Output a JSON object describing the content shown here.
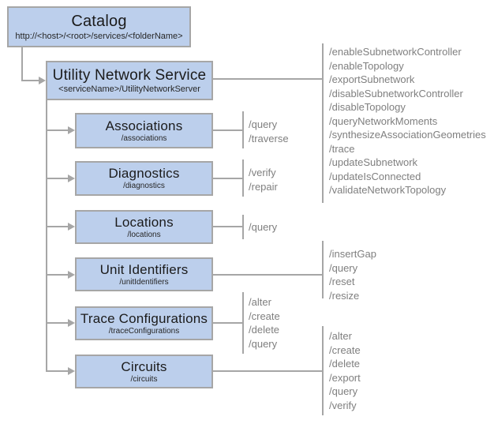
{
  "diagram": {
    "title_hint": "Utility Network Service REST hierarchy",
    "colors": {
      "box_fill": "#bccfec",
      "box_border": "#a6a6a6",
      "connector": "#a6a6a6",
      "operations_text": "#7f7f7f",
      "box_text": "#1b1b1b",
      "background": "#ffffff"
    },
    "nodes": {
      "catalog": {
        "title": "Catalog",
        "subtitle": "http://<host>/<root>/services/<folderName>"
      },
      "utility_network_service": {
        "title": "Utility Network Service",
        "subtitle": "<serviceName>/UtilityNetworkServer",
        "operations": [
          "/enableSubnetworkController",
          "/enableTopology",
          "/exportSubnetwork",
          "/disableSubnetworkController",
          "/disableTopology",
          "/queryNetworkMoments",
          "/synthesizeAssociationGeometries",
          "/trace",
          "/updateSubnetwork",
          "/updateIsConnected",
          "/validateNetworkTopology"
        ]
      },
      "associations": {
        "title": "Associations",
        "subtitle": "/associations",
        "operations": [
          "/query",
          "/traverse"
        ]
      },
      "diagnostics": {
        "title": "Diagnostics",
        "subtitle": "/diagnostics",
        "operations": [
          "/verify",
          "/repair"
        ]
      },
      "locations": {
        "title": "Locations",
        "subtitle": "/locations",
        "operations": [
          "/query"
        ]
      },
      "unit_identifiers": {
        "title": "Unit Identifiers",
        "subtitle": "/unitIdentifiers",
        "operations": [
          "/insertGap",
          "/query",
          "/reset",
          "/resize"
        ]
      },
      "trace_configurations": {
        "title": "Trace Configurations",
        "subtitle": "/traceConfigurations",
        "operations": [
          "/alter",
          "/create",
          "/delete",
          "/query"
        ]
      },
      "circuits": {
        "title": "Circuits",
        "subtitle": "/circuits",
        "operations": [
          "/alter",
          "/create",
          "/delete",
          "/export",
          "/query",
          "/verify"
        ]
      }
    }
  }
}
